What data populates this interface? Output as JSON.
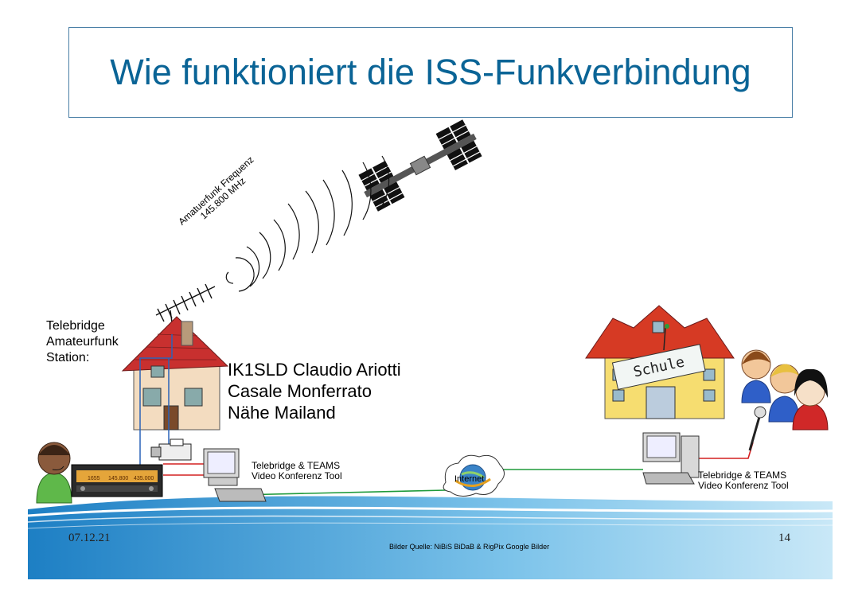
{
  "title": "Wie funktioniert die ISS-Funkverbindung",
  "frequency": {
    "line1": "Amatuerfunk Frequenz",
    "line2": "145.800 MHz"
  },
  "station_label": {
    "line1": "Telebridge",
    "line2": "Amateurfunk",
    "line3": "Station:"
  },
  "station_name": {
    "line1": "IK1SLD Claudio Ariotti",
    "line2": "Casale Monferrato",
    "line3": "Nähe Mailand"
  },
  "tool_left": {
    "line1": "Telebridge & TEAMS",
    "line2": "Video Konferenz Tool"
  },
  "tool_right": {
    "line1": "Telebridge & TEAMS",
    "line2": "Video Konferenz Tool"
  },
  "internet_label": "Internet",
  "school_sign": "Schule",
  "radio_display": {
    "left": "1655",
    "mid": "145.800",
    "right": "435.000"
  },
  "footer": {
    "date": "07.12.21",
    "page": "14",
    "source": "Bilder Quelle: NiBiS BiDaB & RigPix Google Bilder"
  },
  "colors": {
    "title": "#0a6496",
    "wave": "#2a8fd0",
    "cable_green": "#1e9a3a",
    "cable_red": "#d42020"
  }
}
